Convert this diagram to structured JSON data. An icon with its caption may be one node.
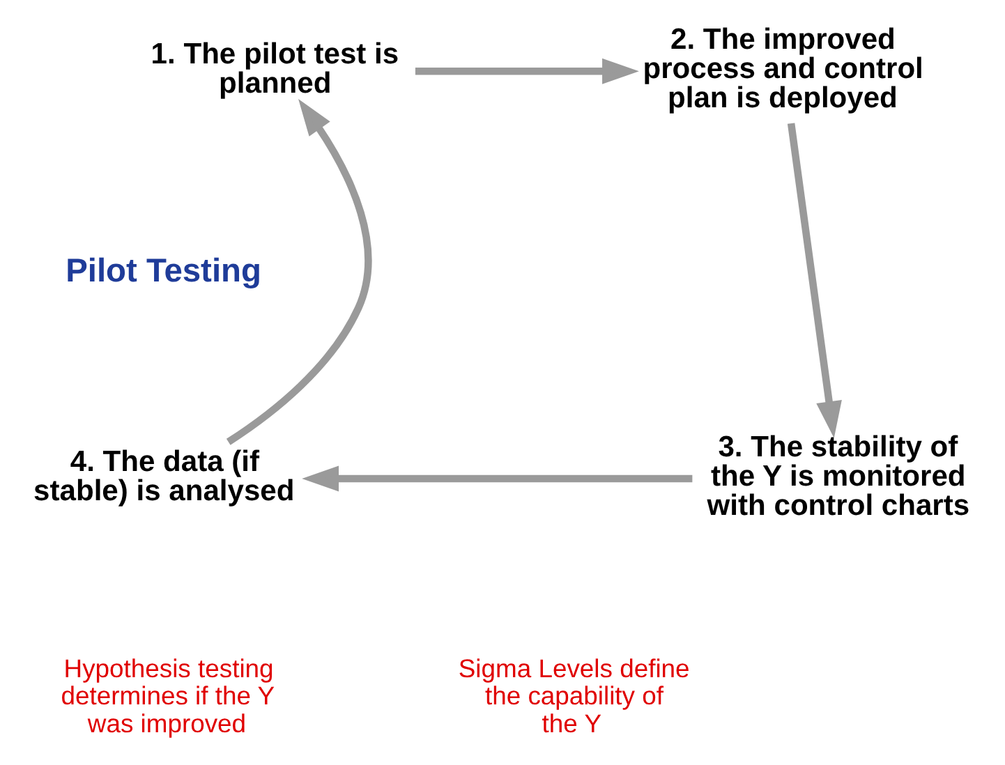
{
  "diagram": {
    "nodes": [
      {
        "text": [
          "1. The pilot test is planned"
        ]
      },
      {
        "text": [
          "2. The improved process and control plan is deployed"
        ]
      },
      {
        "text": [
          "3. The stability of the Y is monitored with control charts"
        ]
      },
      {
        "text": [
          "4. The data (if stable) is analysed"
        ]
      }
    ],
    "edges": [
      {
        "from": 0,
        "to": 1,
        "arrow": "to"
      },
      {
        "from": 1,
        "to": 2,
        "arrow": "to"
      },
      {
        "from": 2,
        "to": 3,
        "arrow": "to"
      },
      {
        "from": 3,
        "to": 0,
        "arrow": "to"
      }
    ],
    "labels": [
      "Pilot Testing",
      "Hypothesis testing determines if the Y was improved",
      "Sigma Levels define the capability of the Y"
    ]
  }
}
